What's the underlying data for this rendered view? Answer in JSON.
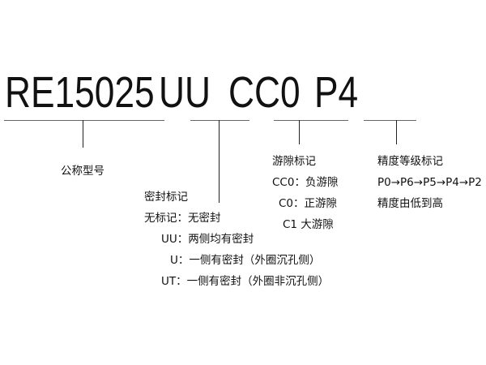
{
  "code": {
    "model": "RE15025",
    "seal": "UU",
    "clearance": "CC0",
    "precision": "P4"
  },
  "model_label": "公称型号",
  "seal": {
    "title": "密封标记",
    "items": [
      "无标记：无密封",
      "UU：两侧均有密封",
      "U：一侧有密封（外圈沉孔侧）",
      "UT：一侧有密封（外圈非沉孔侧）"
    ]
  },
  "clearance": {
    "title": "游隙标记",
    "items": [
      "CC0：负游隙",
      "C0：正游隙",
      "C1  大游隙"
    ]
  },
  "precision": {
    "title": "精度等级标记",
    "sequence": "P0→P6→P5→P4→P2",
    "note": "精度由低到高"
  }
}
